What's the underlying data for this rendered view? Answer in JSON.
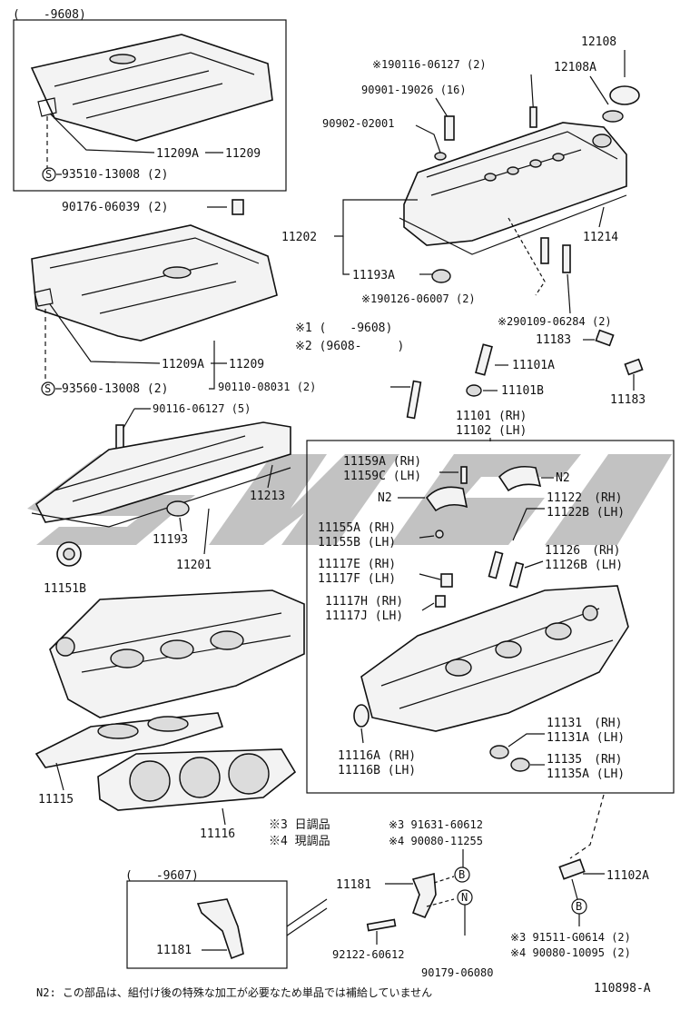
{
  "groups": {
    "top_box_header": "(　　-9608)",
    "legend_1": "※1 (　　-9608)",
    "legend_2": "※2 (9608-　　　)",
    "inset_header": "(　　-9607)"
  },
  "labels": {
    "p90116_06127_top": "※190116-06127 (2)",
    "p12108": "12108",
    "p12108A": "12108A",
    "p90901_19026": "90901-19026 (16)",
    "p90902_02001": "90902-02001",
    "p11209A_1": "11209A",
    "p11209_1": "11209",
    "p93510": "93510-13008 (2)",
    "p90176": "90176-06039 (2)",
    "p11202": "11202",
    "p11214": "11214",
    "p11193A": "11193A",
    "p190126": "※190126-06007 (2)",
    "p290109": "※290109-06284 (2)",
    "p11183_a": "11183",
    "p11101A": "11101A",
    "p11101B": "11101B",
    "p11183_b": "11183",
    "p11209A_2": "11209A",
    "p11209_2": "11209",
    "p93560": "93560-13008 (2)",
    "p90110": "90110-08031 (2)",
    "p90116_06127_5": "90116-06127 (5)",
    "p11101": "11101 (RH)",
    "p11102": "11102 (LH)",
    "p11159A": "11159A (RH)",
    "p11159C": "11159C (LH)",
    "p_n2_a": "N2",
    "p_n2_b": "N2",
    "p11122": "11122　(RH)",
    "p11122B": "11122B (LH)",
    "p11155A": "11155A (RH)",
    "p11155B": "11155B (LH)",
    "p11126": "11126　(RH)",
    "p11126B": "11126B (LH)",
    "p11117E": "11117E (RH)",
    "p11117F": "11117F (LH)",
    "p11117H": "11117H (RH)",
    "p11117J": "11117J (LH)",
    "p11213": "11213",
    "p11193": "11193",
    "p11201": "11201",
    "p11151B": "11151B",
    "p11131": "11131　(RH)",
    "p11131A": "11131A (LH)",
    "p11135": "11135　(RH)",
    "p11135A": "11135A (LH)",
    "p11116A": "11116A (RH)",
    "p11116B": "11116B (LH)",
    "p11115": "11115",
    "p11116": "11116",
    "p_note3": "※3 日調品",
    "p_note4": "※4 現調品",
    "p91631": "※3 91631-60612",
    "p90080_11255": "※4 90080-11255",
    "p11181_a": "11181",
    "p11102A": "11102A",
    "p11181_b": "11181",
    "p92122": "92122-60612",
    "p90179": "90179-06080",
    "p91511": "※3 91511-G0614 (2)",
    "p90080_10095": "※4 90080-10095 (2)",
    "footnote": "N2: この部品は、組付け後の特殊な加工が必要なため単品では補給していません",
    "diagram_id": "110898-A"
  },
  "symbols": {
    "s": "S",
    "b": "B",
    "n": "N"
  }
}
